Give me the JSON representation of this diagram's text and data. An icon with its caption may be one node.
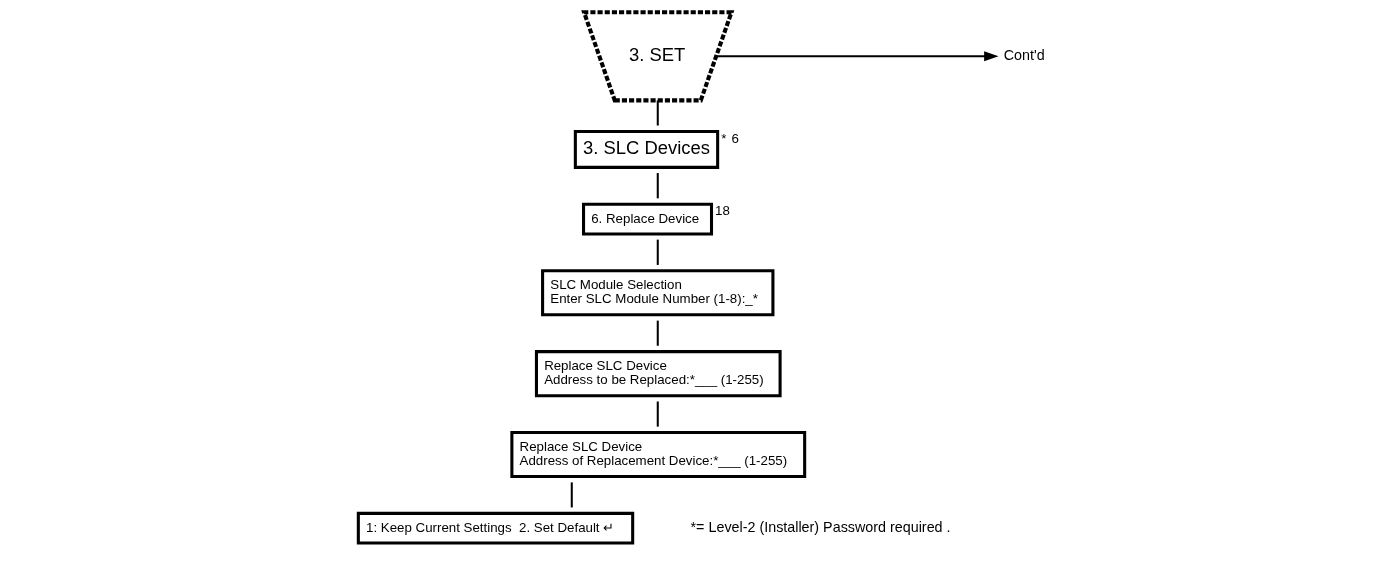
{
  "diagram": {
    "nodes": [
      {
        "text": [
          "3. SET"
        ]
      },
      {
        "text": [
          "Cont'd"
        ]
      },
      {
        "text": [
          "3. SLC Devices"
        ],
        "beside": [
          "*",
          "6"
        ]
      },
      {
        "text": [
          "6. Replace Device"
        ],
        "beside": [
          "18"
        ]
      },
      {
        "text": [
          "SLC Module Selection",
          "Enter SLC Module Number (1-8):_*"
        ]
      },
      {
        "text": [
          "Replace SLC Device",
          "Address to be Replaced:*___ (1-255)"
        ]
      },
      {
        "text": [
          "Replace SLC Device",
          "Address of Replacement Device:*___ (1-255)"
        ]
      },
      {
        "text": [
          "1: Keep Current Settings  2. Set Default ↵"
        ]
      }
    ],
    "edges": [
      {
        "from": 0,
        "to": 1,
        "arrow": "to"
      },
      {
        "from": 0,
        "to": 2,
        "arrow": "none"
      },
      {
        "from": 2,
        "to": 3,
        "arrow": "none"
      },
      {
        "from": 3,
        "to": 4,
        "arrow": "none"
      },
      {
        "from": 4,
        "to": 5,
        "arrow": "none"
      },
      {
        "from": 5,
        "to": 6,
        "arrow": "none"
      },
      {
        "from": 6,
        "to": 7,
        "arrow": "none"
      }
    ],
    "labels": [
      "*= Level-2 (Installer) Password required ."
    ]
  }
}
